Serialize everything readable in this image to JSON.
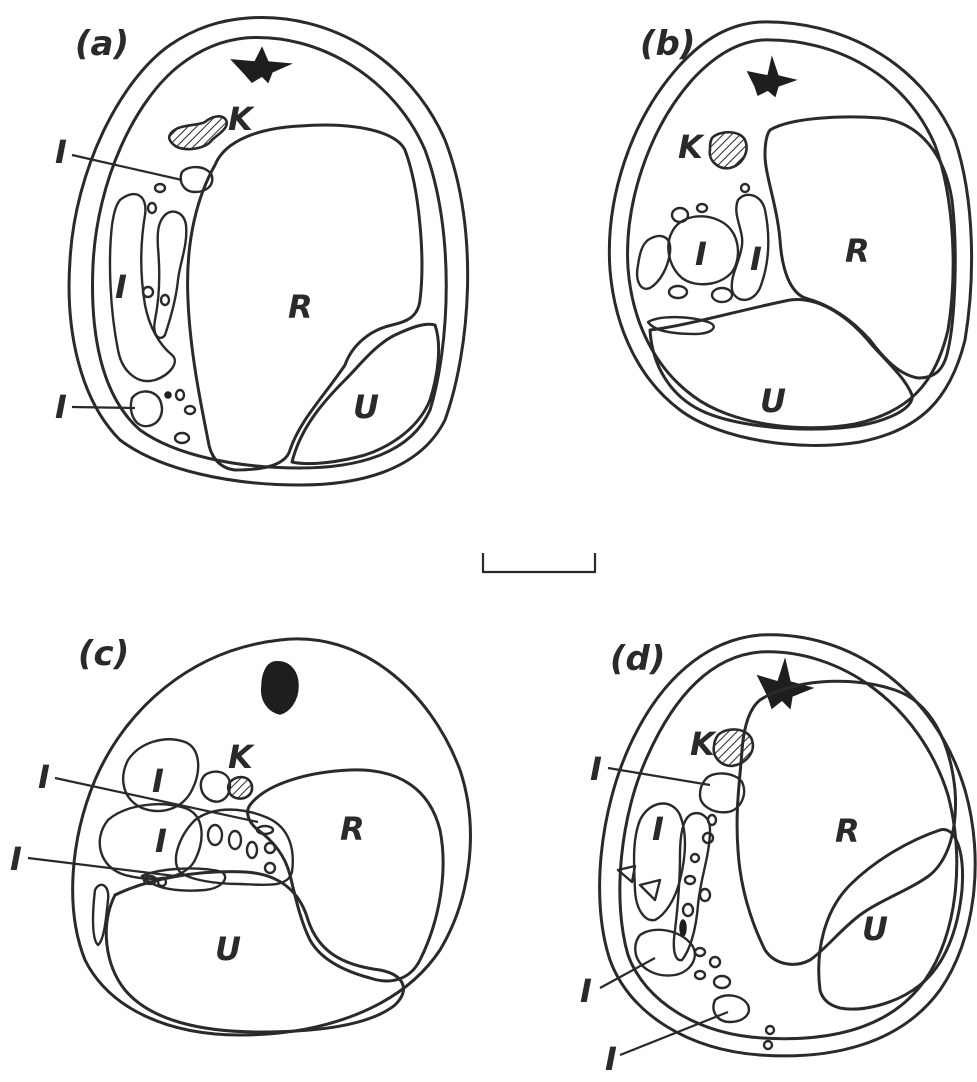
{
  "panels": [
    {
      "id": "a",
      "label": "(a)",
      "structures": {
        "R": "R",
        "U": "U",
        "K": "K",
        "I": [
          "I",
          "I",
          "I"
        ]
      }
    },
    {
      "id": "b",
      "label": "(b)",
      "structures": {
        "R": "R",
        "U": "U",
        "K": "K",
        "I": [
          "I",
          "I"
        ]
      }
    },
    {
      "id": "c",
      "label": "(c)",
      "structures": {
        "R": "R",
        "U": "U",
        "K": "K",
        "I": [
          "I",
          "I",
          "I",
          "I"
        ]
      }
    },
    {
      "id": "d",
      "label": "(d)",
      "structures": {
        "R": "R",
        "U": "U",
        "K": "K",
        "I": [
          "I",
          "I",
          "I",
          "I"
        ]
      }
    }
  ],
  "scale_bar": {
    "label": ""
  }
}
